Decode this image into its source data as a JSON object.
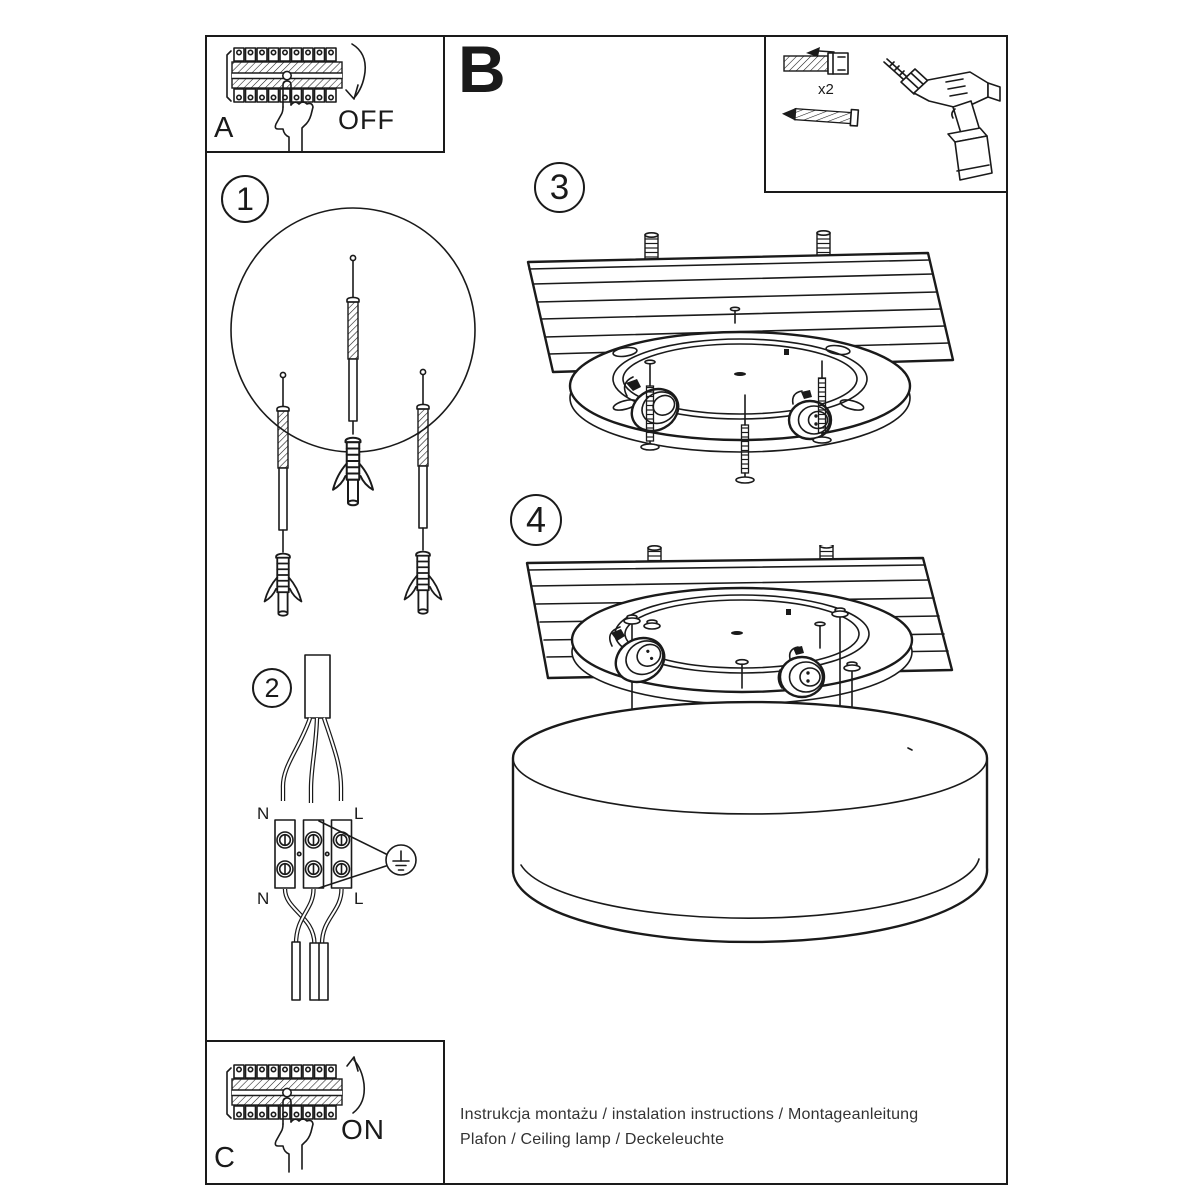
{
  "sections": {
    "a": {
      "label": "A",
      "state": "OFF"
    },
    "b": {
      "label": "B"
    },
    "c": {
      "label": "C",
      "state": "ON"
    },
    "tools": {
      "anchor_count": "x2"
    }
  },
  "steps": {
    "s1": "1",
    "s2": "2",
    "s3": "3",
    "s4": "4"
  },
  "wiring": {
    "n_top": "N",
    "l_top": "L",
    "n_bottom": "N",
    "l_bottom": "L"
  },
  "footer": {
    "line1": "Instrukcja montażu / instalation instructions / Montageanleitung",
    "line2": "Plafon / Ceiling lamp / Deckeleuchte"
  },
  "colors": {
    "line": "#1a1a1a",
    "text": "#222222",
    "background": "#ffffff"
  },
  "icons": {
    "breaker_panel": "circuit-breaker-strip",
    "pointing_hand": "pointing-hand",
    "arrow_off": "curved-arrow-down",
    "arrow_on": "curved-arrow-up",
    "wall_plug": "wall-anchor",
    "screw": "mounting-screw",
    "drill": "power-drill",
    "ground": "earth-ground-symbol",
    "ceiling_panel": "ceiling-board",
    "mount_plate": "round-mounting-plate",
    "lamp_shade": "drum-shade"
  }
}
